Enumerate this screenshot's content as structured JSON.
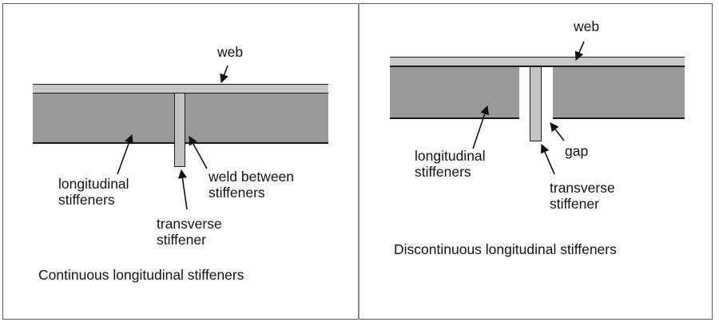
{
  "figure": {
    "left_panel": {
      "web_label": "web",
      "longitudinal_label": "longitudinal\nstiffeners",
      "weld_label": "weld between\nstiffeners",
      "transverse_label": "transverse\nstiffener",
      "caption": "Continuous longitudinal stiffeners"
    },
    "right_panel": {
      "web_label": "web",
      "longitudinal_label": "longitudinal\nstiffeners",
      "gap_label": "gap",
      "transverse_label": "transverse\nstiffener",
      "caption": "Discontinuous longitudinal stiffeners"
    },
    "colors": {
      "web_fill": "#c8c8c8",
      "stiffener_fill": "#c3c3c3",
      "longitudinal_fill": "#999999",
      "outline": "#1a1a1a"
    }
  }
}
